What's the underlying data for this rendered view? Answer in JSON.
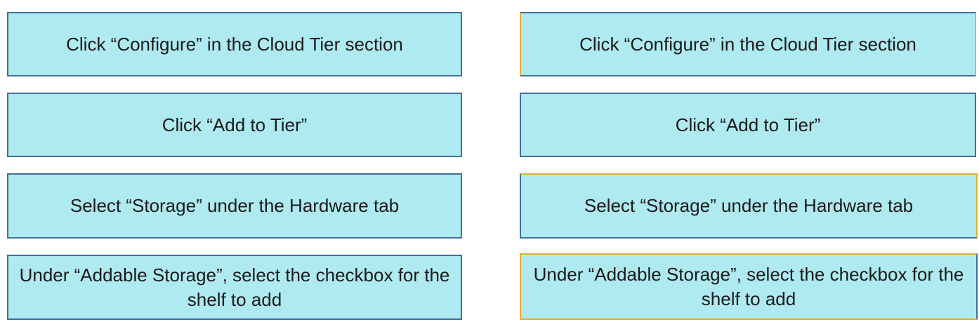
{
  "colors": {
    "box_fill": "#aeeaf0",
    "box_border": "#41709c",
    "selected_border": "#e9b02c",
    "text": "#1a1a1a"
  },
  "left_column": {
    "steps": [
      {
        "label": "Click “Configure” in the Cloud Tier section"
      },
      {
        "label": "Click “Add to Tier”"
      },
      {
        "label": "Select “Storage” under the Hardware tab"
      },
      {
        "label": "Under “Addable Storage”, select the checkbox for the shelf to add"
      }
    ]
  },
  "right_column": {
    "steps": [
      {
        "label": "Click “Configure” in the Cloud Tier section"
      },
      {
        "label": "Click “Add to Tier”"
      },
      {
        "label": "Select “Storage” under the Hardware tab"
      },
      {
        "label": "Under “Addable Storage”, select the checkbox for the shelf to add"
      }
    ]
  }
}
